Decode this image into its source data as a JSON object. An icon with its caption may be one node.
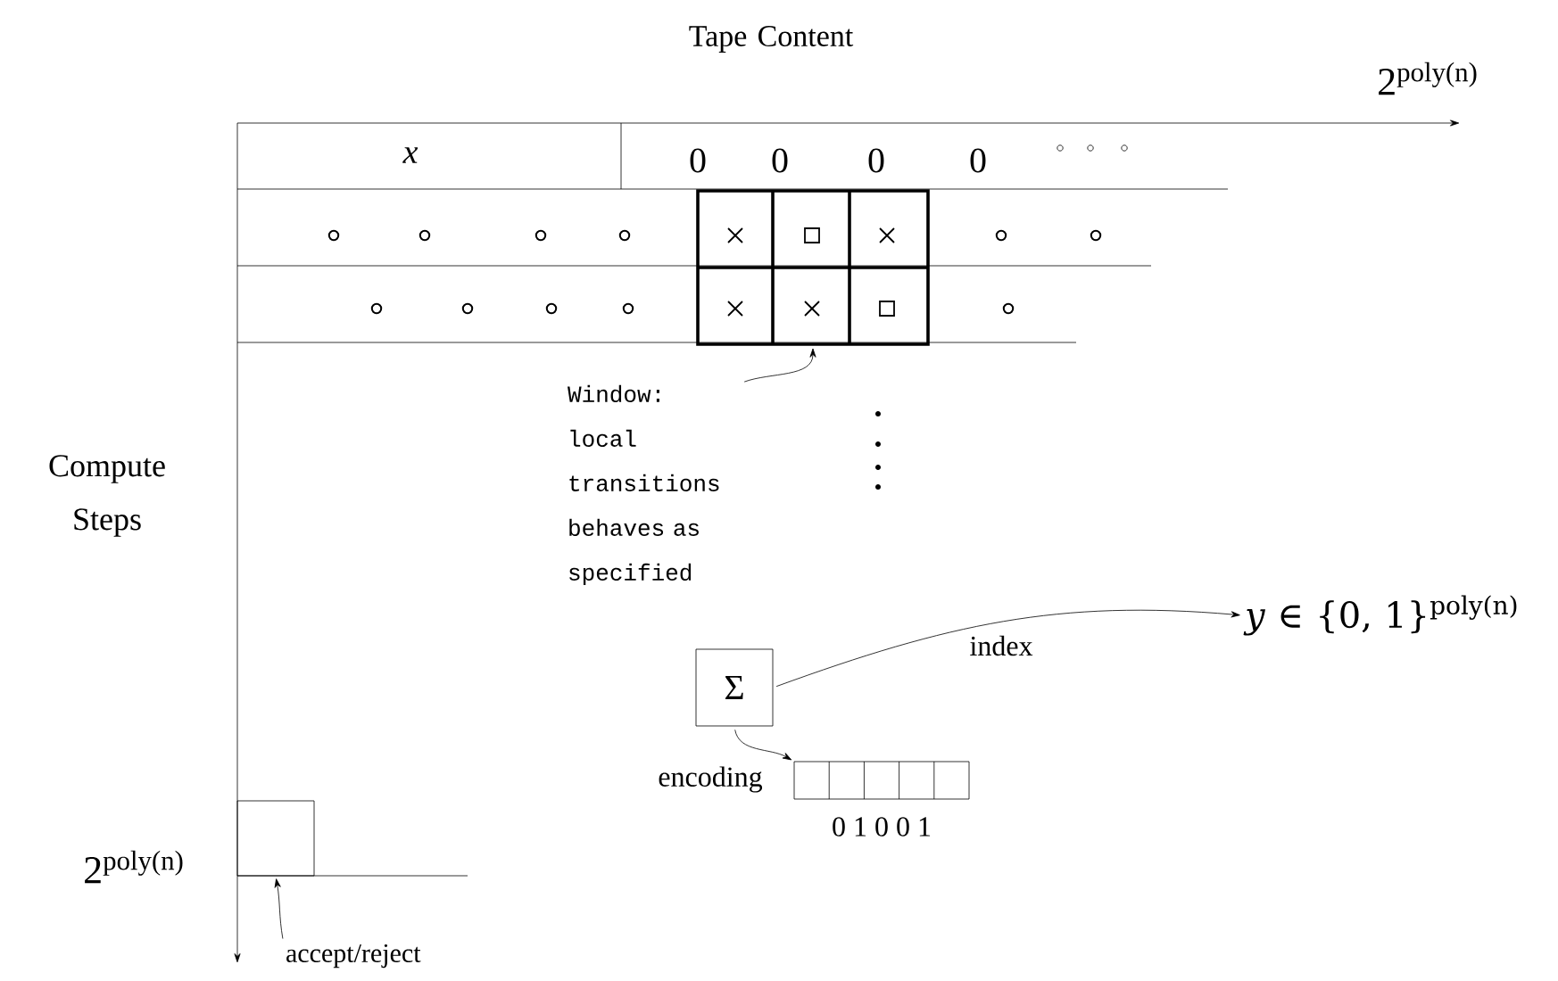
{
  "diagram": {
    "nodes": [
      {
        "text": [],
        "shape": "box"
      },
      {
        "text": [
          "Window: local transitions behaves as specified"
        ]
      },
      {
        "text": [
          "*y* ∈ {0, 1}$^{poly(n)}$"
        ]
      },
      {
        "text": [
          "Σ"
        ]
      },
      {
        "text": [],
        "shape": "box",
        "beside": [
          "0 1 0 0 1"
        ]
      },
      {
        "text": [],
        "shape": "box"
      },
      {
        "text": [
          "accept/reject"
        ]
      }
    ],
    "edges": [
      {
        "from": 1,
        "to": 0,
        "arrow": "to"
      },
      {
        "from": 3,
        "to": 2,
        "arrow": "to",
        "label": "index"
      },
      {
        "from": 3,
        "to": 4,
        "arrow": "to",
        "label": "encoding"
      },
      {
        "from": 6,
        "to": 5,
        "arrow": "to"
      }
    ],
    "labels": [
      "Tape Content",
      "2$^{poly(n)}$",
      "*x*",
      "0",
      "0",
      "0",
      "0",
      "Compute Steps",
      "2$^{poly(n)}$"
    ]
  }
}
